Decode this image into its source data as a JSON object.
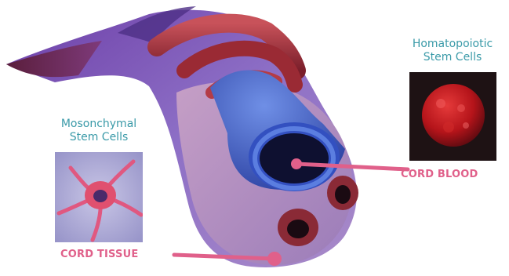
{
  "labels": {
    "hsc_title_line1": "Homatopoiotic",
    "hsc_title_line2": "Stem Cells",
    "msc_title_line1": "Mosonchymal",
    "msc_title_line2": "Stem Cells",
    "cord_blood": "CORD BLOOD",
    "cord_tissue": "CORD TISSUE"
  },
  "colors": {
    "label_teal": "#3a9aa8",
    "label_pink": "#e0608a",
    "vein_blue": "#3a5fc4",
    "artery_red": "#a8323a",
    "cord_purple": "#7a5ab8"
  }
}
